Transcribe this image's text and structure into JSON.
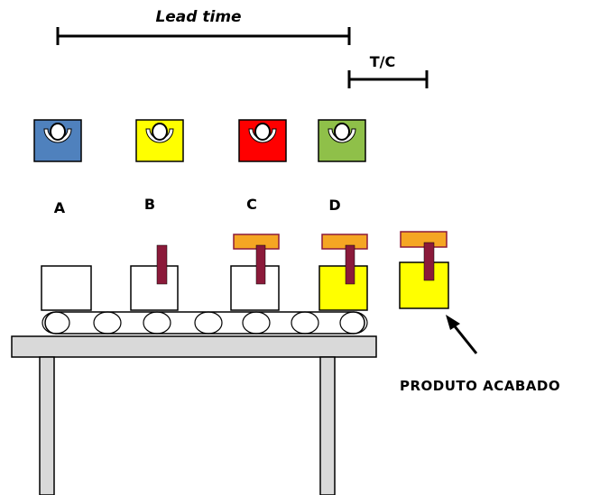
{
  "lead_time": {
    "label": "Lead time"
  },
  "cycle_time": {
    "label": "T/C"
  },
  "stations": [
    {
      "label": "A",
      "color": "#4f81bd"
    },
    {
      "label": "B",
      "color": "#ffff00"
    },
    {
      "label": "C",
      "color": "#ff0000"
    },
    {
      "label": "D",
      "color": "#8fc049"
    }
  ],
  "finished_product": {
    "label": "PRODUTO ACABADO"
  },
  "colors": {
    "box_white": "#ffffff",
    "box_yellow": "#ffff00",
    "peg": "#8b1a3a",
    "cap": "#f5a623",
    "table": "#d9d9d9",
    "outline": "#000000"
  }
}
